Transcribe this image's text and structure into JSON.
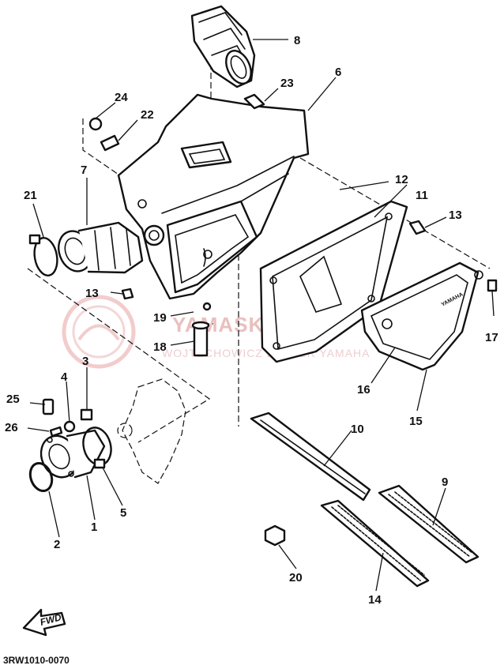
{
  "diagram": {
    "callouts": {
      "c1": "1",
      "c2": "2",
      "c3": "3",
      "c4": "4",
      "c5": "5",
      "c6": "6",
      "c7": "7",
      "c8": "8",
      "c9": "9",
      "c10": "10",
      "c11": "11",
      "c12": "12",
      "c13a": "13",
      "c13b": "13",
      "c14": "14",
      "c15": "15",
      "c16": "16",
      "c17": "17",
      "c18": "18",
      "c19": "19",
      "c20": "20",
      "c21": "21",
      "c22": "22",
      "c23": "23",
      "c24": "24",
      "c25": "25",
      "c26": "26"
    },
    "cover_brand": "YAMAHA",
    "fwd_label": "FWD",
    "diagram_code": "3RW1010-0070"
  },
  "watermark": {
    "title": "YAMASKLEP.PL",
    "subtitle": "WOJTECHOWICZ DEALER YAMAHA"
  }
}
